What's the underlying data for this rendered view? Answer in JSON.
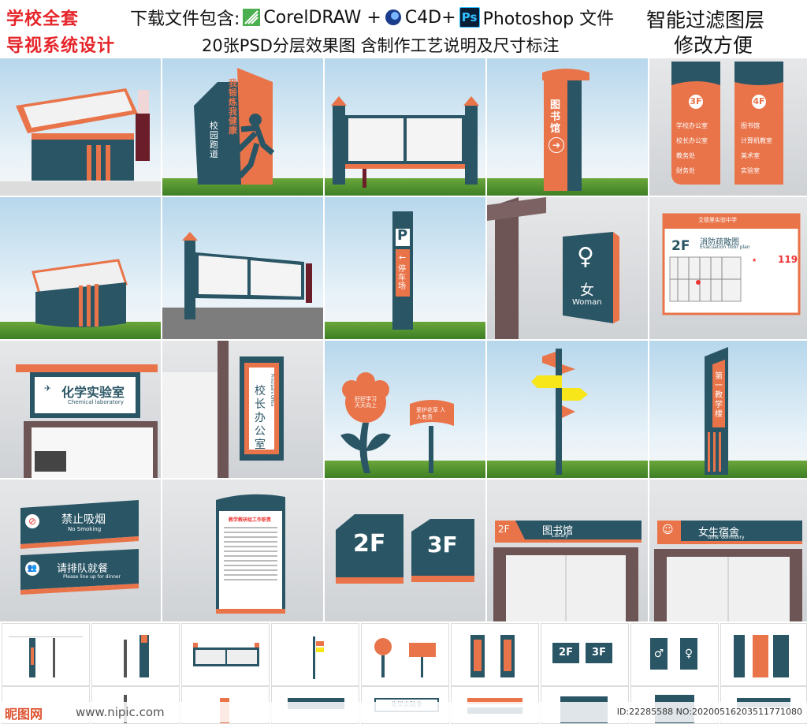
{
  "header": {
    "title_line1": "学校全套",
    "title_line2": "导视系统设计",
    "download_label": "下载文件包含:",
    "coreldraw": "CorelDRAW +",
    "c4d": "C4D+",
    "ps_icon_text": "Ps",
    "photoshop": "Photoshop 文件",
    "subline": "20张PSD分层效果图 含制作工艺说明及尺寸标注",
    "right1": "智能过滤图层",
    "right2": "修改方便"
  },
  "signs": {
    "run_slogan": "我锻炼 我健康",
    "campus_run": "校园跑道",
    "library_v": "图书馆",
    "floor3": "3F",
    "floor4": "4F",
    "floor_items_left": [
      "学校办公室",
      "校长办公室",
      "教务处",
      "财务处"
    ],
    "floor_items_right": [
      "图书馆",
      "计算机教室",
      "美术室",
      "实验室"
    ],
    "parking_p": "P",
    "parking_text": "停车场",
    "female": "女",
    "woman": "Woman",
    "fire_title": "消防疏散图",
    "fire_sub": "Evacuation floor plan",
    "fire_floor": "2F",
    "fire_119": "119",
    "chem_cn": "化学实验室",
    "chem_en": "Chemical laboratory",
    "principal": "校长办公室",
    "principal_en": "Principal's Office",
    "flower_text": "好好学习 天天向上",
    "book_text": "爱护花草 人人有责",
    "teach_bldg": "第一教学楼",
    "no_smoke_cn": "禁止吸烟",
    "no_smoke_en": "No Smoking",
    "queue_cn": "请排队就餐",
    "queue_en": "Please line up for dinner",
    "notice_title": "教学教研组工作职责",
    "f2": "2F",
    "f3": "3F",
    "lib_cn": "图书馆",
    "lib_en": "Library",
    "girls_cn": "女生宿舍",
    "girls_en": "Girls' dormitory",
    "school_name": "艾德里实验中学"
  },
  "footer": {
    "logo": "昵图网",
    "url": "www.nipic.com",
    "id": "ID:22285588 NO:20200516203511771080"
  },
  "colors": {
    "navy": "#2a5565",
    "orange": "#e9744a",
    "red_title": "#e5252a"
  }
}
